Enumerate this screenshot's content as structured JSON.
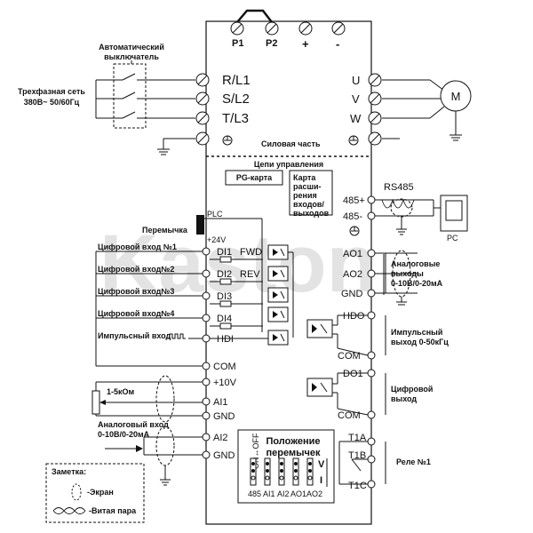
{
  "watermark": "Kaston",
  "top_terminals": {
    "p1": "P1",
    "p2": "P2",
    "plus": "+",
    "minus": "-"
  },
  "breaker_label_line1": "Автоматический",
  "breaker_label_line2": "выключатель",
  "grid_label_line1": "Трехфазная сеть",
  "grid_label_line2": "380В~ 50/60Гц",
  "input_terminals": [
    "R/L1",
    "S/L2",
    "T/L3"
  ],
  "output_terminals": [
    "U",
    "V",
    "W"
  ],
  "motor": "M",
  "power_section": "Силовая часть",
  "control_circuits": "Цепи управления",
  "pg_card": "PG-карта",
  "expansion_card": [
    "Карта",
    "расши-",
    "рения",
    "входов/",
    "выходов"
  ],
  "rs485_title": "RS485",
  "pc_label": "PC",
  "jumper_label": "Перемычка",
  "plc": "PLC",
  "plus24v": "+24V",
  "digital_inputs": [
    {
      "label": "Цифровой вход №1",
      "terminal": "DI1",
      "func": "FWD"
    },
    {
      "label": "Цифровой вход№2",
      "terminal": "DI2",
      "func": "REV"
    },
    {
      "label": "Цифровой вход№3",
      "terminal": "DI3",
      "func": ""
    },
    {
      "label": "Цифровой вход№4",
      "terminal": "DI4",
      "func": ""
    }
  ],
  "pulse_input_label": "Импульсный вход",
  "pulse_input_terminal": "HDI",
  "com": "COM",
  "plus10v": "+10V",
  "ai1": "AI1",
  "gnd": "GND",
  "ai2": "AI2",
  "resistor": "1-5кОм",
  "analog_input_line1": "Аналоговый вход",
  "analog_input_line2": "0-10В/0-20мА",
  "rs485_terminals": [
    "485+",
    "485-"
  ],
  "ao_terminals": [
    "AO1",
    "AO2",
    "GND"
  ],
  "analog_outputs_label": [
    "Аналоговые",
    "выходы",
    "0-10В/0-20мА"
  ],
  "hdo": "HDO",
  "pulse_output_label": [
    "Импульсный",
    "выход 0-50кГц"
  ],
  "do1": "DO1",
  "digital_output_label": [
    "Цифровой",
    "выход"
  ],
  "relay_terminals": [
    "T1A",
    "T1B",
    "T1C"
  ],
  "relay_label": "Реле №1",
  "jumper_box_title": [
    "Положение",
    "перемычек"
  ],
  "jumper_on_off": "ON↔OFF",
  "jumper_labels": [
    "485",
    "AI1",
    "AI2",
    "AO1",
    "AO2"
  ],
  "jumper_vi": [
    "V",
    "I"
  ],
  "legend_title": "Заметка:",
  "legend_screen": "-Экран",
  "legend_twisted": "-Витая пара"
}
